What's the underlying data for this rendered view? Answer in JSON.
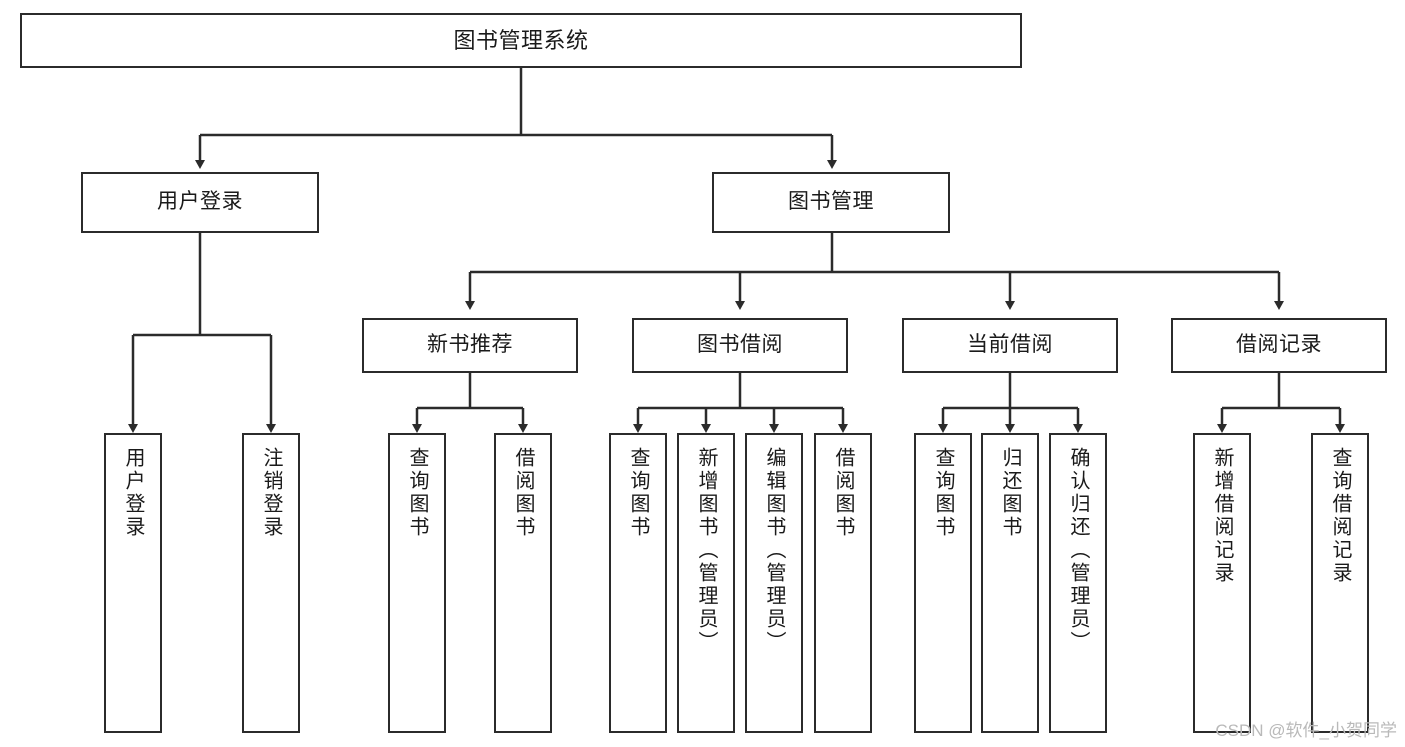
{
  "diagram": {
    "type": "tree",
    "title": "图书管理系统",
    "watermark": "CSDN @软件_小贺同学",
    "colors": {
      "box_border": "#2b2b2b",
      "box_fill": "#ffffff",
      "connector": "#2b2b2b",
      "text": "#1a1a1a",
      "watermark": "#b9b9b9",
      "background": "#ffffff"
    },
    "root": {
      "label": "图书管理系统"
    },
    "level1": [
      {
        "label": "用户登录"
      },
      {
        "label": "图书管理"
      }
    ],
    "level2": [
      {
        "label": "新书推荐"
      },
      {
        "label": "图书借阅"
      },
      {
        "label": "当前借阅"
      },
      {
        "label": "借阅记录"
      }
    ],
    "leaves": {
      "user_login": [
        {
          "label": "用户登录"
        },
        {
          "label": "注销登录"
        }
      ],
      "new_book": [
        {
          "label": "查询图书"
        },
        {
          "label": "借阅图书"
        }
      ],
      "book_borrow": [
        {
          "label": "查询图书"
        },
        {
          "label": "新增图书（管理员）"
        },
        {
          "label": "编辑图书（管理员）"
        },
        {
          "label": "借阅图书"
        }
      ],
      "current_borrow": [
        {
          "label": "查询图书"
        },
        {
          "label": "归还图书"
        },
        {
          "label": "确认归还（管理员）"
        }
      ],
      "borrow_record": [
        {
          "label": "新增借阅记录"
        },
        {
          "label": "查询借阅记录"
        }
      ]
    }
  }
}
